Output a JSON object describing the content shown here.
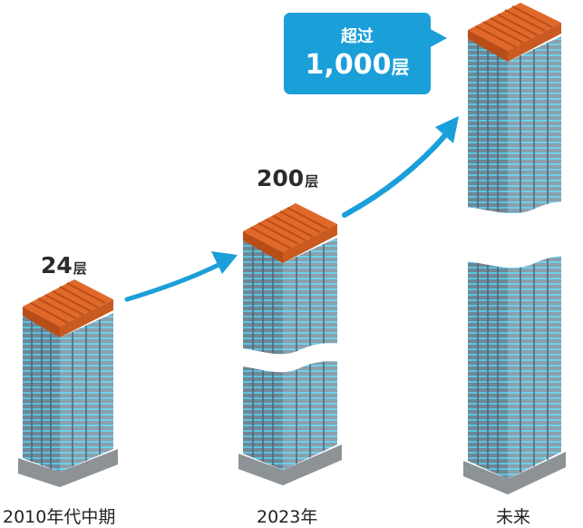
{
  "eras": [
    {
      "caption": "2010年代中期",
      "count": "24",
      "unit": "层"
    },
    {
      "caption": "2023年",
      "count": "200",
      "unit": "层"
    },
    {
      "caption": "未来",
      "count": "",
      "unit": ""
    }
  ],
  "callout": {
    "prefix": "超过",
    "number": "1,000",
    "unit": "层"
  },
  "colors": {
    "roof": "#e0692a",
    "roof_dark": "#b84d18",
    "facade_left": "#6f8796",
    "facade_right": "#8aa0ad",
    "window_band": "#5cc3e0",
    "base": "#9ea3a6",
    "arrow": "#1a9fd9"
  }
}
